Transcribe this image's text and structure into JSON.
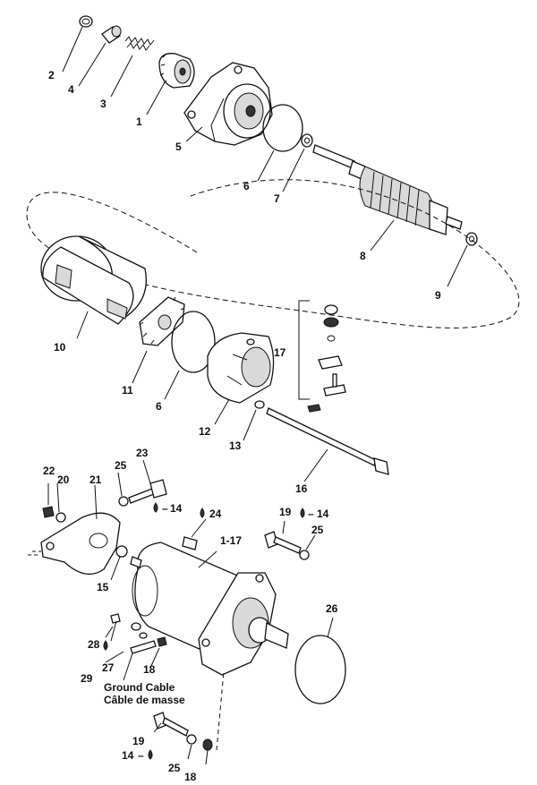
{
  "labels": {
    "l1": "1",
    "l2": "2",
    "l3": "3",
    "l4": "4",
    "l5": "5",
    "l6a": "6",
    "l6b": "6",
    "l7": "7",
    "l8": "8",
    "l9": "9",
    "l10": "10",
    "l11": "11",
    "l12": "12",
    "l13": "13",
    "l14a": "14",
    "l14b": "14",
    "l14c": "14",
    "l15": "15",
    "l16": "16",
    "l17": "17",
    "l117": "1-17",
    "l18a": "18",
    "l18b": "18",
    "l19a": "19",
    "l19b": "19",
    "l20": "20",
    "l21": "21",
    "l22": "22",
    "l23": "23",
    "l24": "24",
    "l25a": "25",
    "l25b": "25",
    "l25c": "25",
    "l26": "26",
    "l27": "27",
    "l28": "28",
    "l29": "29"
  },
  "captions": {
    "ground_cable_en": "Ground Cable",
    "ground_cable_fr": "Câble de masse"
  },
  "symbols": {
    "dash": "–",
    "drop_icon": "drop-icon"
  }
}
